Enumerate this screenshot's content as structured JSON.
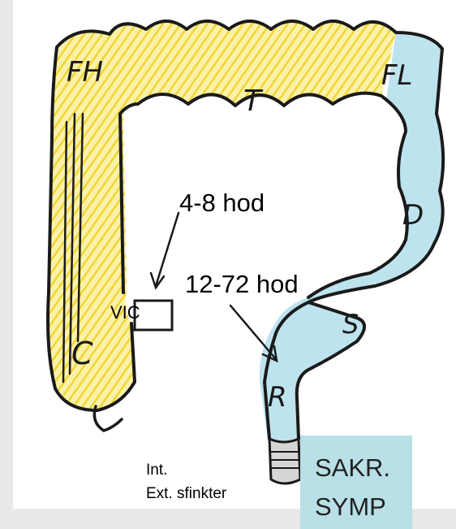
{
  "handwritten_labels": {
    "flexura_hepatica": "FH",
    "transversum": "T",
    "flexura_lienalis": "FL",
    "descendens": "D",
    "sigmoideum": "S",
    "rectum": "R",
    "caecum": "C"
  },
  "annotations": {
    "time_1": "4-8 hod",
    "time_2": "12-72 hod",
    "valve": "VIC",
    "internal_sphincter": "Int.",
    "external_sphincter": "Ext. sfinkter"
  },
  "innervation_box": {
    "line_1": "SAKR.",
    "line_2": "SYMP"
  },
  "colors": {
    "yellow_fill": "#f3dc4a",
    "blue_fill": "#bde3ee",
    "box_fill": "#b9dfe7",
    "ink": "#1a1a1a",
    "frame": "#e9e9e9"
  }
}
